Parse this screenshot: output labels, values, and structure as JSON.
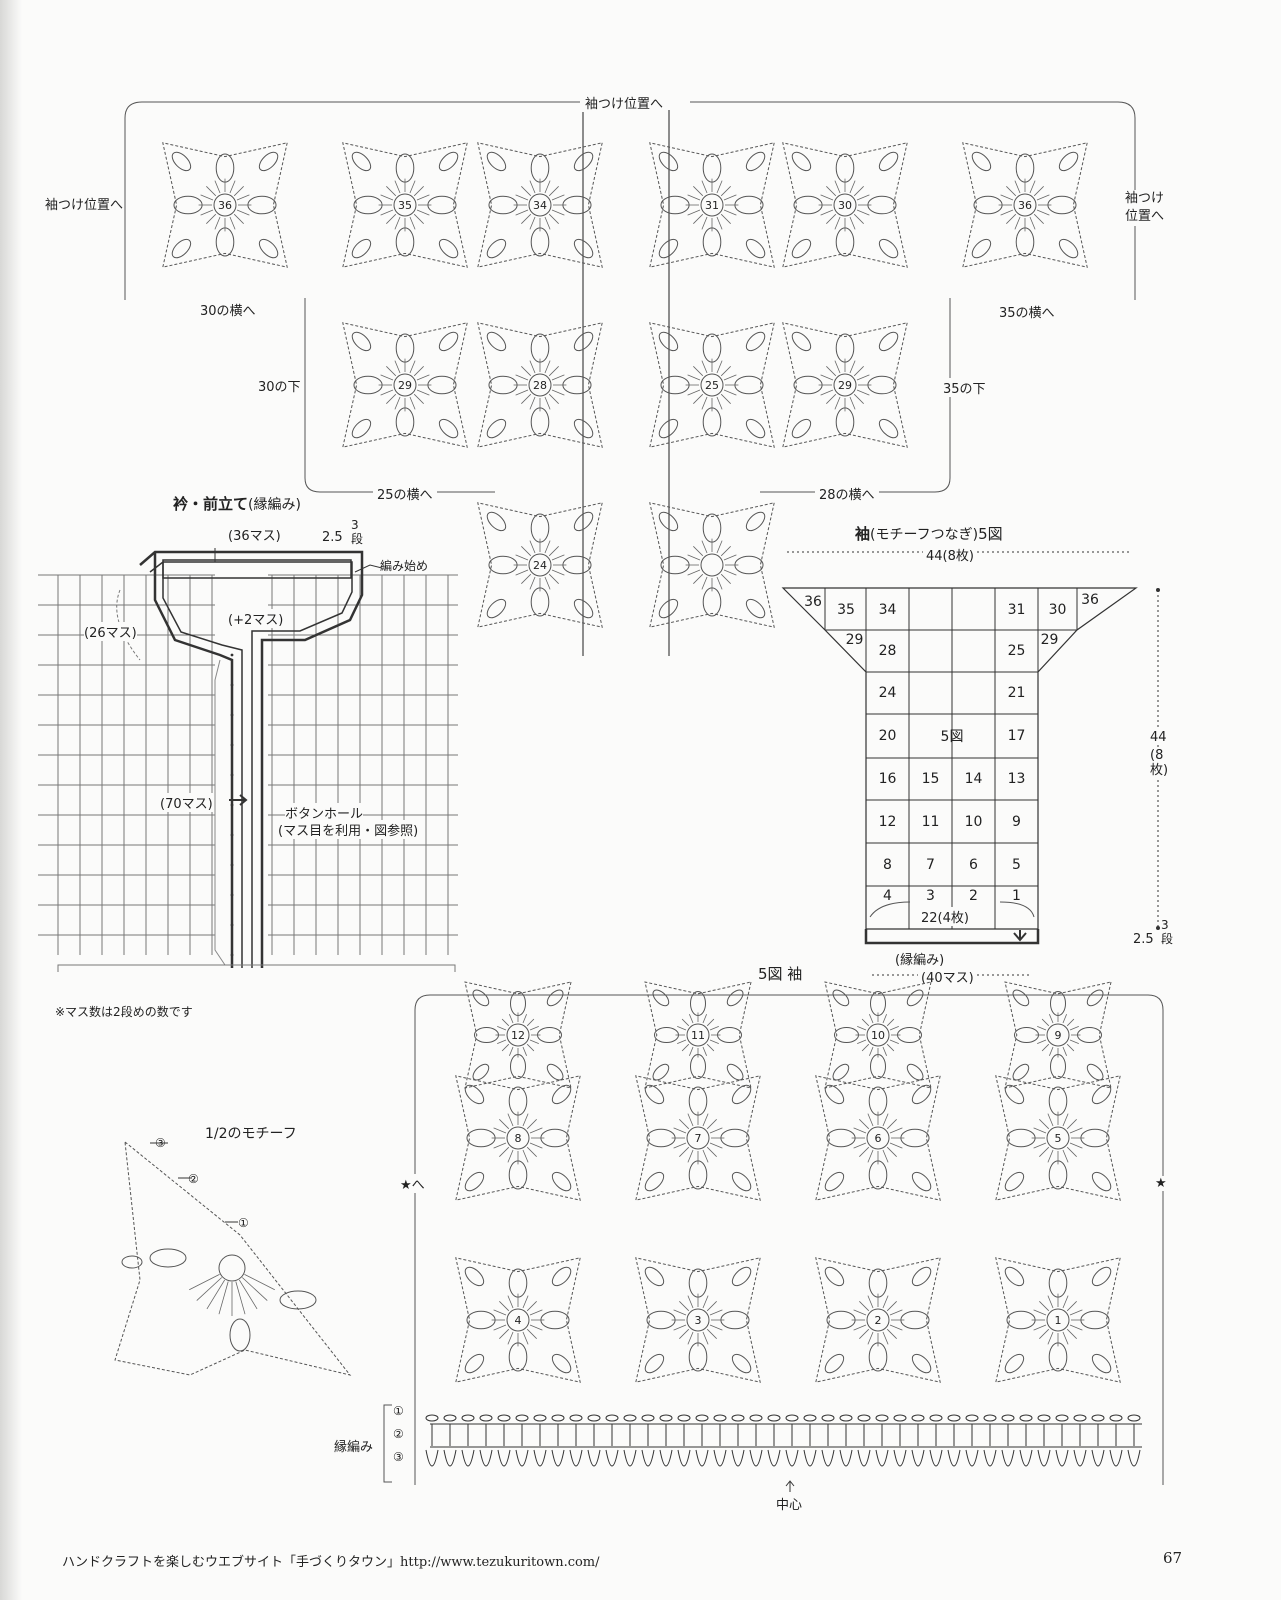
{
  "upper_diagram": {
    "top_label": "袖つけ位置へ",
    "left_side_label": "袖つけ位置へ",
    "right_side_label": "袖つけ位置へ",
    "left_bottom_label": "30の横へ",
    "right_bottom_label": "35の横へ",
    "left_mid_label": "30の下",
    "right_mid_label": "35の下",
    "left_lower_label": "25の横へ",
    "right_lower_label": "28の横へ",
    "motif_numbers": [
      "36",
      "35",
      "34",
      "31",
      "30",
      "36",
      "29",
      "28",
      "25",
      "29",
      "24"
    ]
  },
  "collar": {
    "title": "衿・前立て",
    "title_suffix": "(縁編み)",
    "top_stitches": "(36マス)",
    "height_value": "2.5",
    "height_rows": "3段",
    "start_label": "編み始め",
    "side_stitches": "(26マス)",
    "plus_stitches": "(+2マス)",
    "front_stitches": "(70マス)",
    "buttonhole_label": "ボタンホール",
    "buttonhole_note": "(マス目を利用・図参照)",
    "footnote": "※マス数は2段めの数です"
  },
  "sleeve_chart": {
    "title": "袖",
    "title_suffix": "(モチーフつなぎ)",
    "title_fig": "5図",
    "width_label": "44(8枚)",
    "height_value": "44",
    "height_count": "(8枚)",
    "edge_value": "2.5",
    "edge_rows": "3段",
    "bottom_width": "22(4枚)",
    "edging_label": "(縁編み)",
    "edging_stitches": "(40マス)",
    "center_label": "5図",
    "cells": [
      "36",
      "35",
      "34",
      "31",
      "30",
      "36",
      "29",
      "29",
      "28",
      "25",
      "24",
      "21",
      "20",
      "17",
      "16",
      "15",
      "14",
      "13",
      "12",
      "11",
      "10",
      "9",
      "8",
      "7",
      "6",
      "5",
      "4",
      "3",
      "2",
      "1"
    ]
  },
  "sleeve_detail": {
    "title": "5図 袖",
    "star_left": "★へ",
    "star_right": "★",
    "edging_label": "縁編み",
    "row_marks": [
      "①",
      "②",
      "③"
    ],
    "center_label": "中心",
    "motif_numbers": [
      "12",
      "11",
      "10",
      "9",
      "8",
      "7",
      "6",
      "5",
      "4",
      "3",
      "2",
      "1"
    ]
  },
  "half_motif": {
    "title": "1/2のモチーフ",
    "row_marks": [
      "③",
      "②",
      "①"
    ]
  },
  "footer": {
    "site_text": "ハンドクラフトを楽しむウエブサイト「手づくりタウン」http://www.tezukuritown.com/",
    "page_number": "67"
  }
}
